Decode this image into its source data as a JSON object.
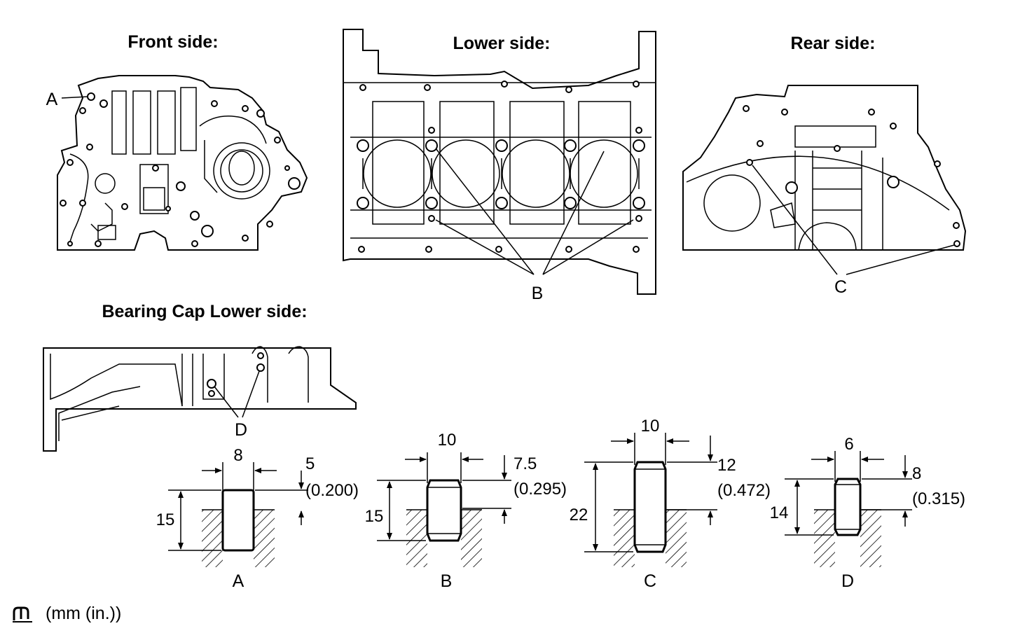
{
  "views": {
    "front": {
      "title": "Front side:",
      "callout": "A"
    },
    "lower": {
      "title": "Lower side:",
      "callout": "B"
    },
    "rear": {
      "title": "Rear side:",
      "callout": "C"
    },
    "bearing_cap": {
      "title": "Bearing Cap Lower side:",
      "callout": "D"
    }
  },
  "pins": [
    {
      "label": "A",
      "width": "8",
      "height": "15",
      "protrusion": "5",
      "protrusion_in": "(0.200)"
    },
    {
      "label": "B",
      "width": "10",
      "height": "15",
      "protrusion": "7.5",
      "protrusion_in": "(0.295)"
    },
    {
      "label": "C",
      "width": "10",
      "height": "22",
      "protrusion": "12",
      "protrusion_in": "(0.472)"
    },
    {
      "label": "D",
      "width": "6",
      "height": "14",
      "protrusion": "8",
      "protrusion_in": "(0.315)"
    }
  ],
  "units": {
    "text": "(mm (in.))"
  },
  "icons": {
    "units_symbol": "mm-unit-icon"
  }
}
